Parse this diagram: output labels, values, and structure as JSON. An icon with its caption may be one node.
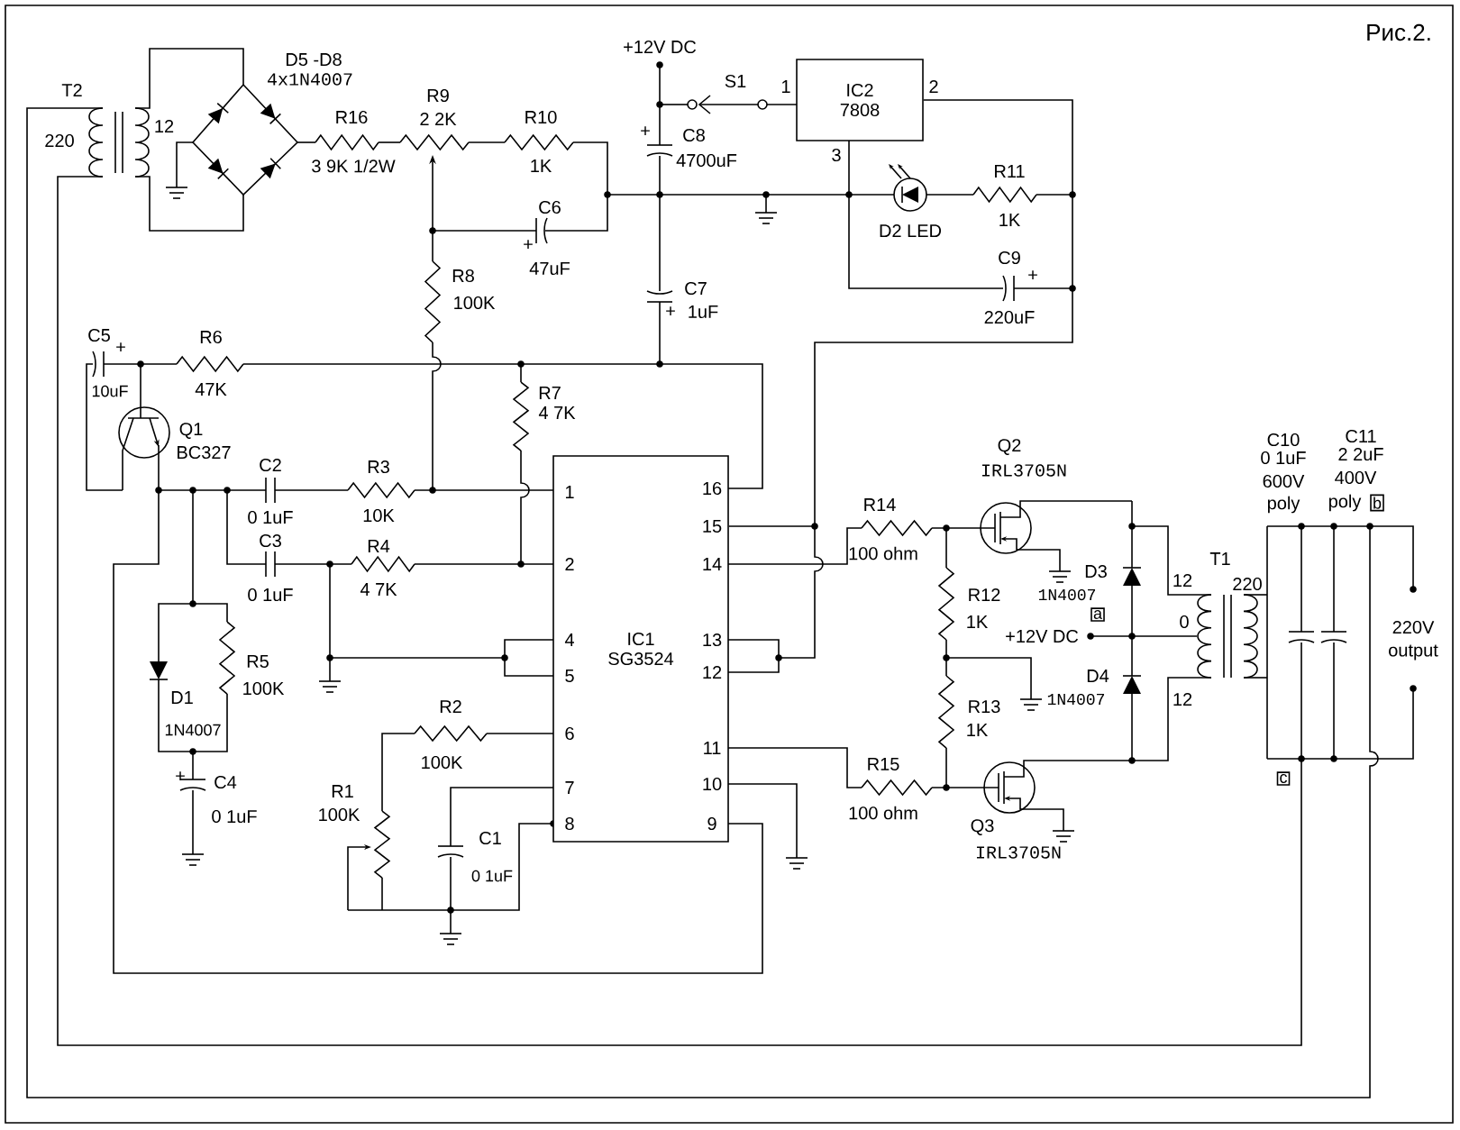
{
  "diagram": {
    "title": "Рис.2.",
    "nodes": [
      {
        "text": [
          "IC2 7808"
        ],
        "beside": [
          "1",
          "2",
          "3"
        ]
      },
      {
        "text": [
          "IC1 SG3524",
          "16",
          "1",
          "15",
          "14",
          "2",
          "4",
          "13",
          "5",
          "12",
          "6",
          "11",
          "7",
          "10",
          "8",
          "9"
        ]
      }
    ],
    "edges": [
      {
        "from": 0,
        "to": 1,
        "arrow": "none"
      }
    ],
    "labels": [
      "T2",
      "220",
      "12",
      "D5 -D8",
      "4x1N4007",
      "R9",
      "R16",
      "2 2K",
      "R10",
      "3 9K 1/2W",
      "1K",
      "C6",
      "+",
      "47uF",
      "R8",
      "100K",
      "+12V DC",
      "S1",
      "+",
      "C8",
      "4700uF",
      "R11",
      "D2 LED",
      "1K",
      "C9",
      "+",
      "220uF",
      "C7",
      "+",
      "1uF",
      "C5",
      "+",
      "R6",
      "10uF",
      "47K",
      "R7",
      "4 7K",
      "Q1",
      "BC327",
      "C2",
      "R3",
      "0 1uF",
      "10K",
      "C3",
      "R4",
      "0 1uF",
      "4 7K",
      "Q2",
      "IRL3705N",
      "C10",
      "C11",
      "0 1uF",
      "2 2uF",
      "600V",
      "400V",
      "R14",
      "poly",
      "poly",
      "b",
      "100 ohm",
      "T1",
      "D3",
      "12",
      "220",
      "R12",
      "1N4007",
      "a",
      "1K",
      "0",
      "+12V DC",
      "220V",
      "output",
      "R5",
      "D1",
      "100K",
      "D4",
      "1N4007",
      "R13",
      "12",
      "1N4007",
      "1K",
      "R2",
      "100K",
      "R15",
      "c",
      "100 ohm",
      "+",
      "C4",
      "R1",
      "0 1uF",
      "100K",
      "Q3",
      "C1",
      "IRL3705N",
      "0 1uF"
    ]
  }
}
